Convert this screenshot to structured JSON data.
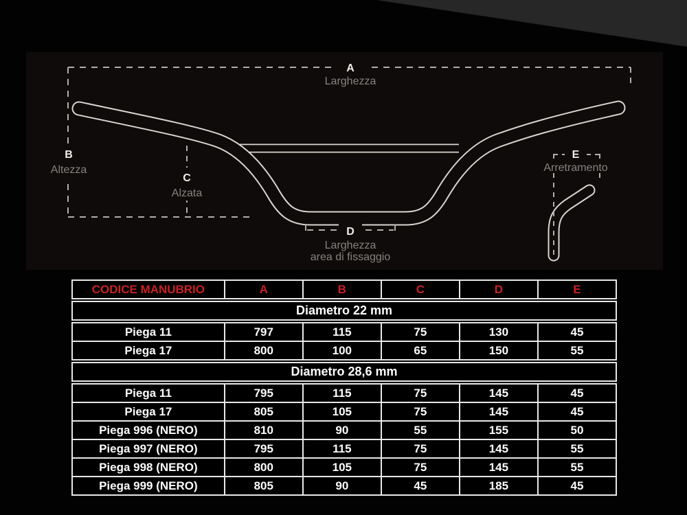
{
  "diagram": {
    "dim_a": {
      "letter": "A",
      "label": "Larghezza"
    },
    "dim_b": {
      "letter": "B",
      "label": "Altezza"
    },
    "dim_c": {
      "letter": "C",
      "label": "Alzata"
    },
    "dim_d": {
      "letter": "D",
      "label": "Larghezza",
      "label2": "area di fissaggio"
    },
    "dim_e": {
      "letter": "E",
      "label": "Arretramento"
    }
  },
  "table": {
    "header": [
      "CODICE MANUBRIO",
      "A",
      "B",
      "C",
      "D",
      "E"
    ],
    "sections": [
      {
        "title": "Diametro 22 mm",
        "rows": [
          {
            "code": "Piega 11",
            "values": [
              "797",
              "115",
              "75",
              "130",
              "45"
            ]
          },
          {
            "code": "Piega 17",
            "values": [
              "800",
              "100",
              "65",
              "150",
              "55"
            ]
          }
        ]
      },
      {
        "title": "Diametro 28,6 mm",
        "rows": [
          {
            "code": "Piega 11",
            "values": [
              "795",
              "115",
              "75",
              "145",
              "45"
            ]
          },
          {
            "code": "Piega 17",
            "values": [
              "805",
              "105",
              "75",
              "145",
              "45"
            ]
          },
          {
            "code": "Piega 996 (NERO)",
            "values": [
              "810",
              "90",
              "55",
              "155",
              "50"
            ]
          },
          {
            "code": "Piega 997 (NERO)",
            "values": [
              "795",
              "115",
              "75",
              "145",
              "55"
            ]
          },
          {
            "code": "Piega 998 (NERO)",
            "values": [
              "800",
              "105",
              "75",
              "145",
              "55"
            ]
          },
          {
            "code": "Piega 999 (NERO)",
            "values": [
              "805",
              "90",
              "45",
              "185",
              "45"
            ]
          }
        ]
      }
    ]
  },
  "colors": {
    "accent_red": "#c92121",
    "panel_bg": "#0e0b0a",
    "corner_gray": "#272727",
    "tube_outline": "#d9d5d0",
    "dash_gray": "#b3aeaa",
    "label_gray": "#87827e"
  }
}
